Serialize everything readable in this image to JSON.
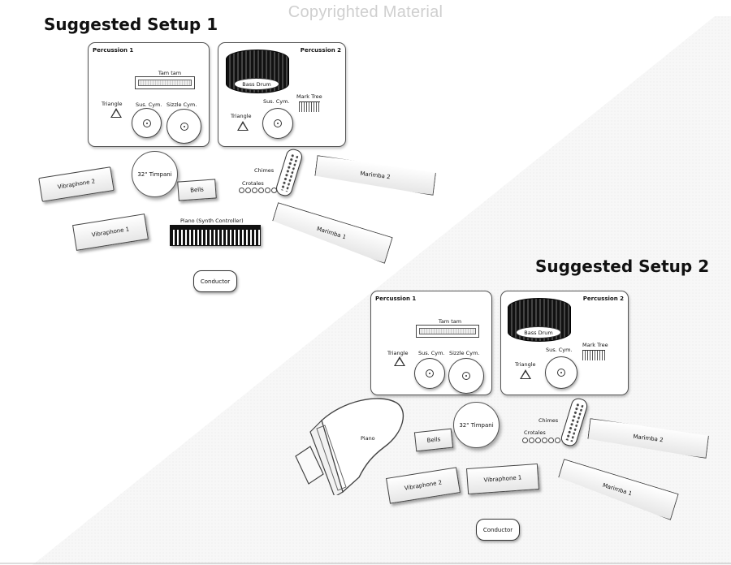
{
  "watermark": "Copyrighted Material",
  "setup1": {
    "title": "Suggested Setup 1",
    "percussion1": {
      "label": "Percussion 1",
      "tamtam": "Tam tam",
      "triangle": "Triangle",
      "sus_cym": "Sus. Cym.",
      "sizzle_cym": "Sizzle Cym."
    },
    "percussion2": {
      "label": "Percussion 2",
      "bass_drum": "Bass Drum",
      "mark_tree": "Mark Tree",
      "triangle": "Triangle",
      "sus_cym": "Sus. Cym."
    },
    "timpani": "32\" Timpani",
    "bells": "Bells",
    "chimes": "Chimes",
    "crotales": "Crotales",
    "vibraphone2": "Vibraphone 2",
    "vibraphone1": "Vibraphone 1",
    "marimba2": "Marimba 2",
    "marimba1": "Marimba 1",
    "piano": "Piano (Synth Controller)",
    "conductor": "Conductor"
  },
  "setup2": {
    "title": "Suggested Setup 2",
    "percussion1": {
      "label": "Percussion 1",
      "tamtam": "Tam tam",
      "triangle": "Triangle",
      "sus_cym": "Sus. Cym.",
      "sizzle_cym": "Sizzle Cym."
    },
    "percussion2": {
      "label": "Percussion 2",
      "bass_drum": "Bass Drum",
      "mark_tree": "Mark Tree",
      "triangle": "Triangle",
      "sus_cym": "Sus. Cym."
    },
    "timpani": "32\" Timpani",
    "bells": "Bells",
    "chimes": "Chimes",
    "crotales": "Crotales",
    "piano": "Piano",
    "vibraphone2": "Vibraphone 2",
    "vibraphone1": "Vibraphone 1",
    "marimba2": "Marimba 2",
    "marimba1": "Marimba 1",
    "conductor": "Conductor"
  }
}
